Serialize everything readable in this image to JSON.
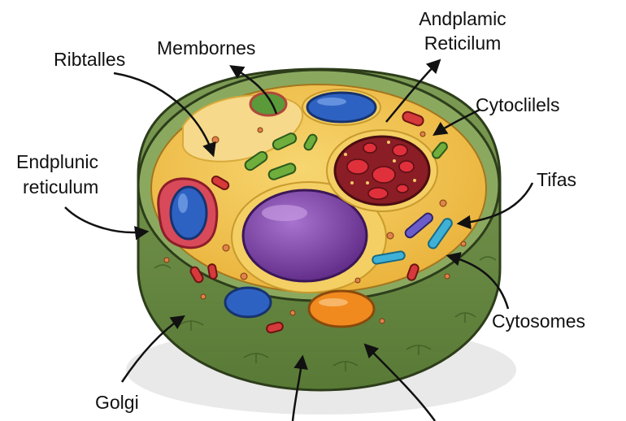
{
  "labels": {
    "ribtalles": "Ribtalles",
    "membornes": "Membornes",
    "andplamic_line1": "Andplamic",
    "andplamic_line2": "Reticilum",
    "cytoclilels": "Cytoclilels",
    "endplunic_line1": "Endplunic",
    "endplunic_line2": "reticulum",
    "tifas": "Tifas",
    "cytosomes": "Cytosomes",
    "golgi": "Golgi"
  },
  "colors": {
    "wall": "#6f8c47",
    "wall_dark": "#3f5a26",
    "cytoplasm": "#f2c246",
    "nucleus": "#7b3fa6",
    "vacuole": "#8a1d25",
    "er": "#c4323f",
    "mitochondria": "#f08a1f",
    "chloroplast": "#5a9a3a",
    "blue_organelle": "#2e62c2"
  }
}
